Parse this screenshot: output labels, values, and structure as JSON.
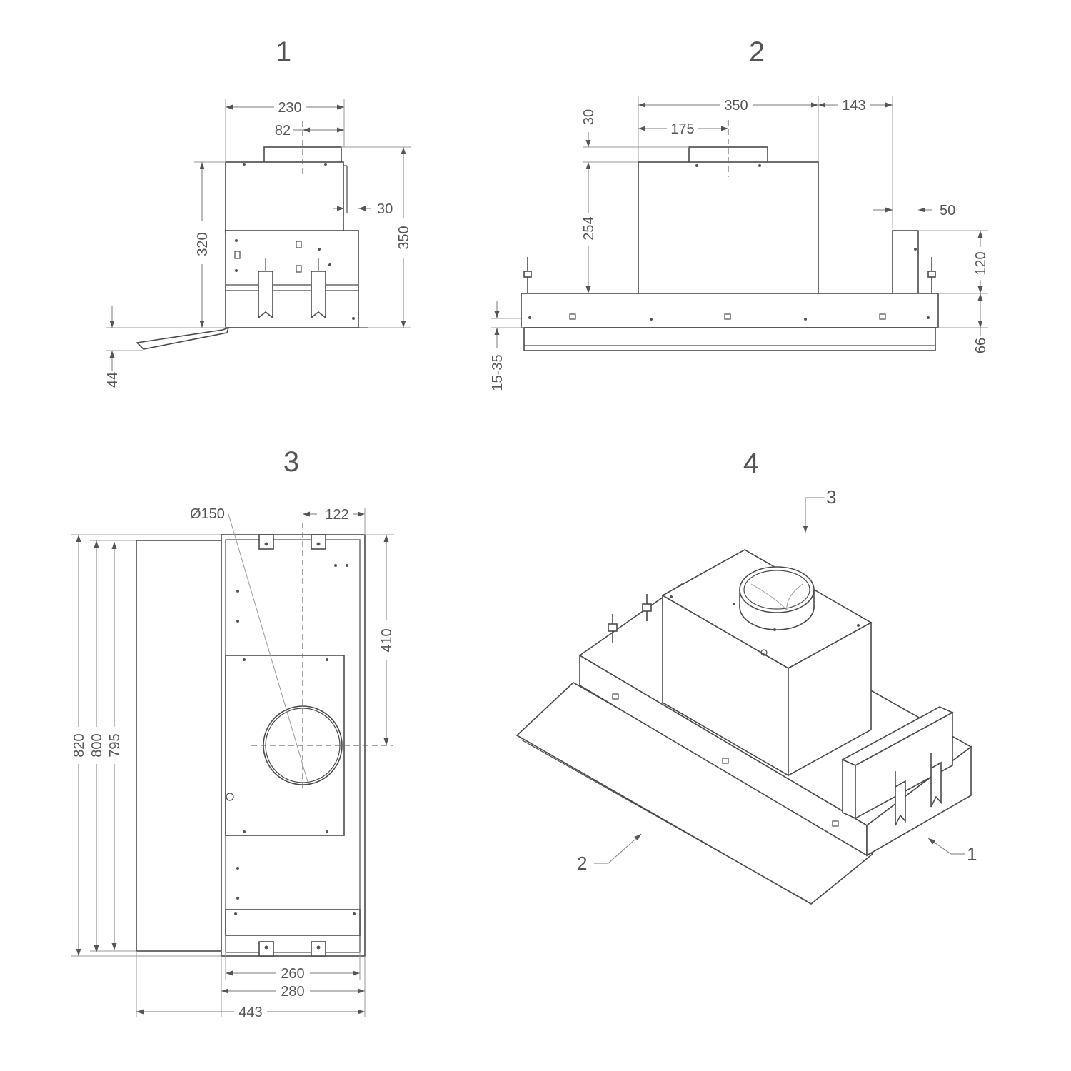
{
  "views": [
    {
      "number": "1"
    },
    {
      "number": "2"
    },
    {
      "number": "3"
    },
    {
      "number": "4"
    }
  ],
  "view1": {
    "w230": "230",
    "w82": "82",
    "d30": "30",
    "h320": "320",
    "h350": "350",
    "d44": "44"
  },
  "view2": {
    "w350": "350",
    "w175": "175",
    "w143": "143",
    "d30": "30",
    "d50": "50",
    "h254": "254",
    "h120": "120",
    "h66": "66",
    "r1535": "15-35"
  },
  "view3": {
    "dia": "Ø150",
    "w122": "122",
    "h410": "410",
    "h820": "820",
    "h800": "800",
    "h795": "795",
    "w260": "260",
    "w280": "280",
    "w443": "443"
  },
  "view4": {
    "c1": "1",
    "c2": "2",
    "c3": "3"
  }
}
